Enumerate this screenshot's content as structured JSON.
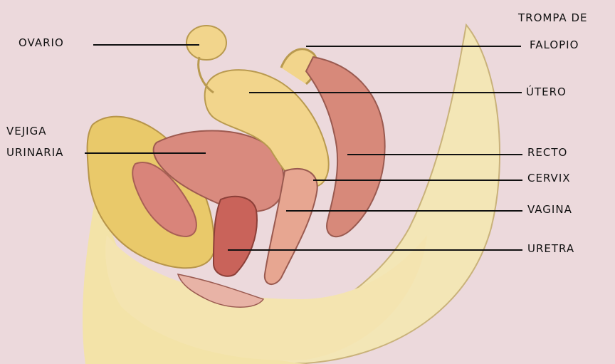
{
  "labels": {
    "ovario": "OVARIO",
    "trompa_line1": "TROMPA DE",
    "trompa_line2": "FALOPIO",
    "utero": "ÚTERO",
    "vejiga_line1": "VEJIGA",
    "vejiga_line2": "URINARIA",
    "recto": "RECTO",
    "cervix": "CERVIX",
    "vagina": "VAGINA",
    "uretra": "URETRA"
  },
  "colors": {
    "background": "#ecd9dc",
    "pelvis_pale": "#f3e3a8",
    "fat_yellow": "#e9c96a",
    "uterus": "#f2d58c",
    "bladder": "#d98a7e",
    "rectum": "#d7897a",
    "muscle": "#c9635a",
    "text": "#111111"
  }
}
